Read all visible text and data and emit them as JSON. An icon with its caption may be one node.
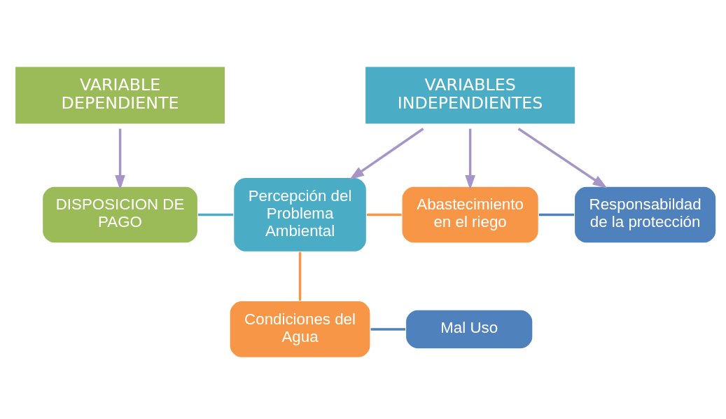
{
  "diagram": {
    "nodes": [
      {
        "text": [
          "VARIABLE DEPENDIENTE"
        ]
      },
      {
        "text": [
          "VARIABLES INDEPENDIENTES"
        ]
      },
      {
        "text": [
          "DISPOSICION DE PAGO"
        ]
      },
      {
        "text": [
          "Percepción del Problema Ambiental"
        ]
      },
      {
        "text": [
          "Abastecimiento en el riego"
        ]
      },
      {
        "text": [
          "Condiciones del Agua"
        ]
      },
      {
        "text": [
          "Responsabildad de la protección"
        ]
      },
      {
        "text": [
          "Mal Uso"
        ]
      }
    ],
    "edges": [
      {
        "from": 0,
        "to": 2,
        "arrow": "to",
        "color": "#a795c8"
      },
      {
        "from": 1,
        "to": 3,
        "arrow": "to",
        "color": "#a795c8"
      },
      {
        "from": 1,
        "to": 4,
        "arrow": "to",
        "color": "#a795c8"
      },
      {
        "from": 1,
        "to": 6,
        "arrow": "to",
        "color": "#a795c8"
      },
      {
        "from": 2,
        "to": 3,
        "arrow": "none",
        "color": "#4bacc6"
      },
      {
        "from": 3,
        "to": 4,
        "arrow": "none",
        "color": "#f79646"
      },
      {
        "from": 3,
        "to": 5,
        "arrow": "none",
        "color": "#f79646"
      },
      {
        "from": 4,
        "to": 6,
        "arrow": "none",
        "color": "#4f81bd"
      },
      {
        "from": 5,
        "to": 7,
        "arrow": "none",
        "color": "#4f81bd"
      }
    ]
  }
}
